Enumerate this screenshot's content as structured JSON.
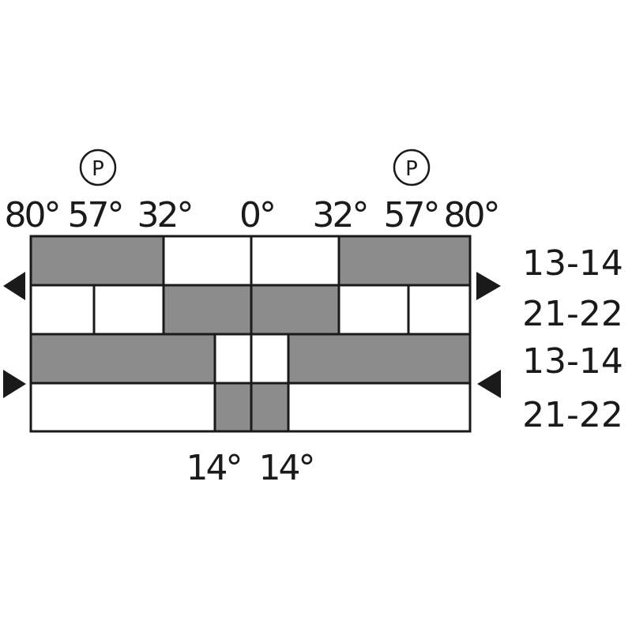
{
  "colors": {
    "fill_on": "#8c8c8c",
    "fill_off": "#ffffff",
    "stroke": "#1a1a1a"
  },
  "top_angles": [
    "80°",
    "57°",
    "32°",
    "0°",
    "32°",
    "57°",
    "80°"
  ],
  "bottom_angles": [
    "14°",
    "14°"
  ],
  "position_marker": "P",
  "contacts": [
    "13-14",
    "21-22",
    "13-14",
    "21-22"
  ],
  "rows": [
    {
      "segments": [
        {
          "from": -80,
          "to": -32,
          "on": true
        },
        {
          "from": -32,
          "to": 0,
          "on": false
        },
        {
          "from": 0,
          "to": 32,
          "on": false
        },
        {
          "from": 32,
          "to": 80,
          "on": true
        }
      ]
    },
    {
      "segments": [
        {
          "from": -80,
          "to": -57,
          "on": false
        },
        {
          "from": -57,
          "to": -32,
          "on": false
        },
        {
          "from": -32,
          "to": 0,
          "on": true
        },
        {
          "from": 0,
          "to": 32,
          "on": true
        },
        {
          "from": 32,
          "to": 57,
          "on": false
        },
        {
          "from": 57,
          "to": 80,
          "on": false
        }
      ]
    },
    {
      "segments": [
        {
          "from": -80,
          "to": -14,
          "on": true
        },
        {
          "from": -14,
          "to": 0,
          "on": false
        },
        {
          "from": 0,
          "to": 14,
          "on": false
        },
        {
          "from": 14,
          "to": 80,
          "on": true
        }
      ]
    },
    {
      "segments": [
        {
          "from": -80,
          "to": -14,
          "on": false
        },
        {
          "from": -14,
          "to": 0,
          "on": true
        },
        {
          "from": 0,
          "to": 14,
          "on": true
        },
        {
          "from": 14,
          "to": 80,
          "on": false
        }
      ]
    }
  ],
  "arrows": [
    {
      "group": "upper",
      "left": "left",
      "right": "right"
    },
    {
      "group": "lower",
      "left": "right",
      "right": "left"
    }
  ]
}
